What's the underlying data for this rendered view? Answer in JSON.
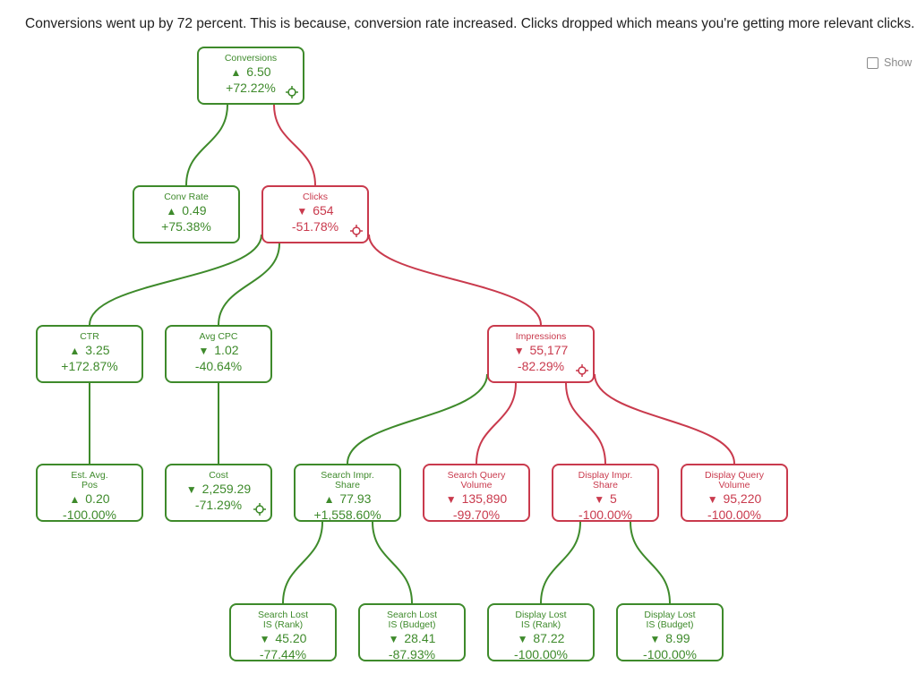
{
  "summary": "Conversions went up by 72 percent. This is because, conversion rate increased. Clicks dropped which means you're getting more relevant clicks.",
  "show_toggle": {
    "label": "Show",
    "checked": false
  },
  "colors": {
    "positive": "#3e8a2b",
    "negative": "#c93a4d"
  },
  "icons": {
    "up": "▲",
    "down": "▼",
    "focus": "crosshair-focus-icon"
  },
  "nodes": {
    "conversions": {
      "label": "Conversions",
      "value": "6.50",
      "change": "+72.22%",
      "direction": "up",
      "status": "positive",
      "focus": true
    },
    "conv_rate": {
      "label": "Conv Rate",
      "value": "0.49",
      "change": "+75.38%",
      "direction": "up",
      "status": "positive",
      "focus": false
    },
    "clicks": {
      "label": "Clicks",
      "value": "654",
      "change": "-51.78%",
      "direction": "down",
      "status": "negative",
      "focus": true
    },
    "ctr": {
      "label": "CTR",
      "value": "3.25",
      "change": "+172.87%",
      "direction": "up",
      "status": "positive",
      "focus": false
    },
    "avg_cpc": {
      "label": "Avg CPC",
      "value": "1.02",
      "change": "-40.64%",
      "direction": "down",
      "status": "positive",
      "focus": false
    },
    "impressions": {
      "label": "Impressions",
      "value": "55,177",
      "change": "-82.29%",
      "direction": "down",
      "status": "negative",
      "focus": true
    },
    "est_avg_pos": {
      "label": "Est. Avg.\nPos",
      "value": "0.20",
      "change": "-100.00%",
      "direction": "up",
      "status": "positive",
      "focus": false
    },
    "cost": {
      "label": "Cost",
      "value": "2,259.29",
      "change": "-71.29%",
      "direction": "down",
      "status": "positive",
      "focus": true
    },
    "search_impr_share": {
      "label": "Search Impr.\nShare",
      "value": "77.93",
      "change": "+1,558.60%",
      "direction": "up",
      "status": "positive",
      "focus": false
    },
    "search_query_volume": {
      "label": "Search Query\nVolume",
      "value": "135,890",
      "change": "-99.70%",
      "direction": "down",
      "status": "negative",
      "focus": false
    },
    "display_impr_share": {
      "label": "Display Impr.\nShare",
      "value": "5",
      "change": "-100.00%",
      "direction": "down",
      "status": "negative",
      "focus": false
    },
    "display_query_volume": {
      "label": "Display Query\nVolume",
      "value": "95,220",
      "change": "-100.00%",
      "direction": "down",
      "status": "negative",
      "focus": false
    },
    "search_lost_is_rank": {
      "label": "Search Lost\nIS (Rank)",
      "value": "45.20",
      "change": "-77.44%",
      "direction": "down",
      "status": "positive",
      "focus": false
    },
    "search_lost_is_budget": {
      "label": "Search Lost\nIS (Budget)",
      "value": "28.41",
      "change": "-87.93%",
      "direction": "down",
      "status": "positive",
      "focus": false
    },
    "display_lost_is_rank": {
      "label": "Display Lost\nIS (Rank)",
      "value": "87.22",
      "change": "-100.00%",
      "direction": "down",
      "status": "positive",
      "focus": false
    },
    "display_lost_is_budget": {
      "label": "Display Lost\nIS (Budget)",
      "value": "8.99",
      "change": "-100.00%",
      "direction": "down",
      "status": "positive",
      "focus": false
    }
  },
  "edges": [
    {
      "from": "conversions",
      "to": "conv_rate",
      "status": "positive"
    },
    {
      "from": "conversions",
      "to": "clicks",
      "status": "negative"
    },
    {
      "from": "clicks",
      "to": "ctr",
      "status": "positive"
    },
    {
      "from": "clicks",
      "to": "avg_cpc",
      "status": "positive"
    },
    {
      "from": "clicks",
      "to": "impressions",
      "status": "negative"
    },
    {
      "from": "ctr",
      "to": "est_avg_pos",
      "status": "positive"
    },
    {
      "from": "avg_cpc",
      "to": "cost",
      "status": "positive"
    },
    {
      "from": "impressions",
      "to": "search_impr_share",
      "status": "positive"
    },
    {
      "from": "impressions",
      "to": "search_query_volume",
      "status": "negative"
    },
    {
      "from": "impressions",
      "to": "display_impr_share",
      "status": "negative"
    },
    {
      "from": "impressions",
      "to": "display_query_volume",
      "status": "negative"
    },
    {
      "from": "search_impr_share",
      "to": "search_lost_is_rank",
      "status": "positive"
    },
    {
      "from": "search_impr_share",
      "to": "search_lost_is_budget",
      "status": "positive"
    },
    {
      "from": "display_impr_share",
      "to": "display_lost_is_rank",
      "status": "positive"
    },
    {
      "from": "display_impr_share",
      "to": "display_lost_is_budget",
      "status": "positive"
    }
  ]
}
